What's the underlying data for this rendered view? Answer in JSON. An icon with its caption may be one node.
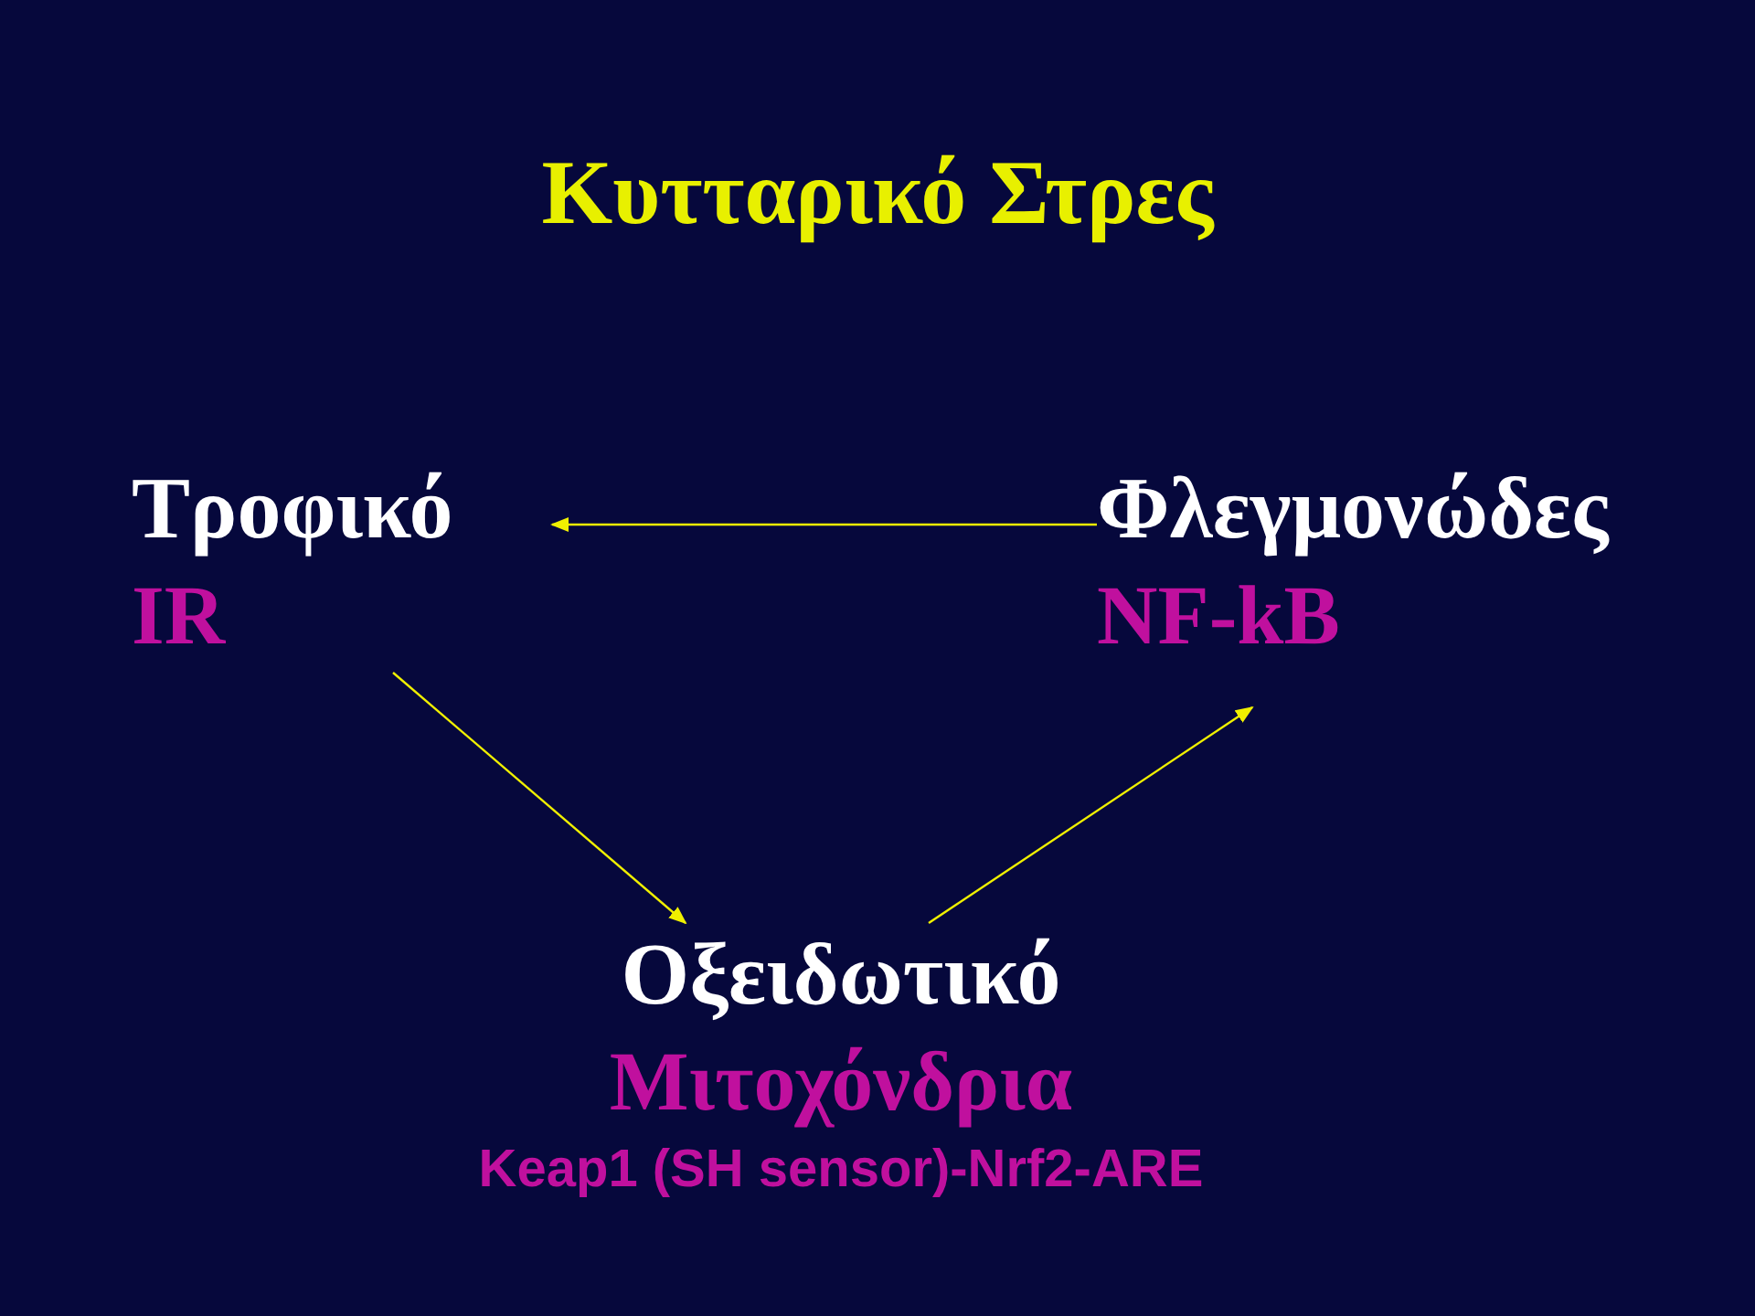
{
  "diagram": {
    "title": "Κυτταρικό Στρες",
    "nodes": [
      {
        "text": [
          "Τροφικό",
          "IR"
        ]
      },
      {
        "text": [
          "Φλεγμονώδες",
          "NF-kB"
        ]
      },
      {
        "text": [
          "Οξειδωτικό",
          "Μιτοχόνδρια",
          "Keap1 (SH sensor)-Nrf2-ARE"
        ]
      }
    ],
    "edges": [
      {
        "from": 1,
        "to": 0,
        "arrow": "to"
      },
      {
        "from": 0,
        "to": 2,
        "arrow": "to"
      },
      {
        "from": 2,
        "to": 1,
        "arrow": "to"
      }
    ]
  }
}
